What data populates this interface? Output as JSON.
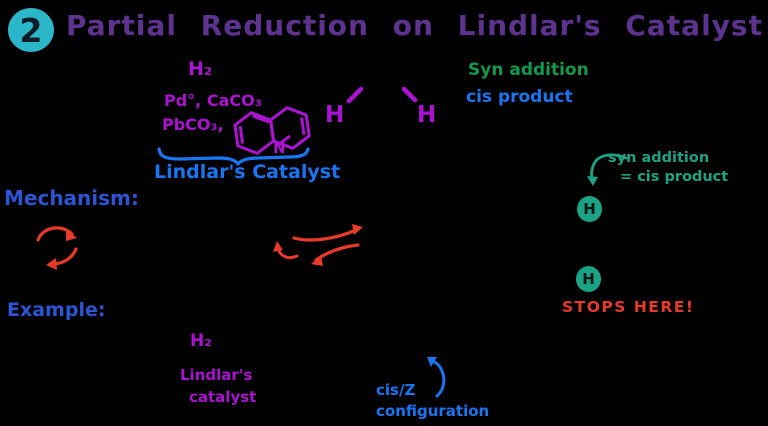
{
  "colors": {
    "bg": "#000000",
    "purple": "#5e3390",
    "magenta": "#ab12d2",
    "blue": "#1a75f2",
    "royal": "#2b55d4",
    "green": "#12994a",
    "teal": "#1aa385",
    "red": "#e83a28",
    "badge": "#2bb6c9",
    "ink": "#0b1c26"
  },
  "header": {
    "badge_number": "2",
    "title": "Partial Reduction on Lindlar's Catalyst"
  },
  "reagents": {
    "hydrogen": "H₂",
    "catalyst_line1": "Pd°, CaCO₃",
    "catalyst_line2": "PbCO₃,",
    "quinoline_n": "N",
    "brace_label": "Lindlar's Catalyst"
  },
  "product": {
    "h_left": "H",
    "h_right": "H"
  },
  "top_note": {
    "syn": "Syn addition",
    "cis": "cis product"
  },
  "side_note": {
    "line1": "syn addition",
    "line2": "= cis product",
    "h_circle1": "H",
    "h_circle2": "H",
    "stops": "STOPS HERE!"
  },
  "sections": {
    "mechanism": "Mechanism:",
    "example": "Example:"
  },
  "example": {
    "hydrogen": "H₂",
    "catalyst_line1": "Lindlar's",
    "catalyst_line2": "catalyst",
    "config_line1": "cis/Z",
    "config_line2": "configuration"
  }
}
